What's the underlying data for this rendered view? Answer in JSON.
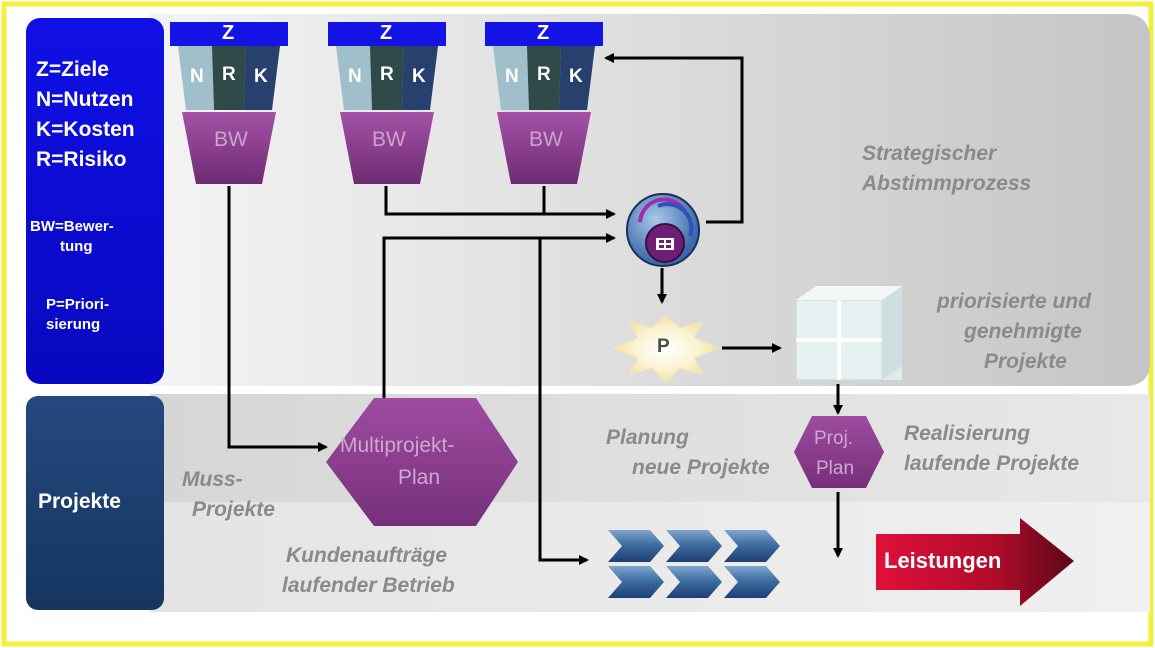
{
  "legend": {
    "z": "Z=Ziele",
    "n": "N=Nutzen",
    "k": "K=Kosten",
    "r": "R=Risiko",
    "bw_line1": "BW=Bewer-",
    "bw_line2": "tung",
    "p_line1": "P=Priori-",
    "p_line2": "sierung"
  },
  "projekte_label": "Projekte",
  "funnel": {
    "z": "Z",
    "n": "N",
    "r": "R",
    "k": "K",
    "bw": "BW"
  },
  "strategic": {
    "line1": "Strategischer",
    "line2": "Abstimmprozess"
  },
  "prioritized": {
    "line1": "priorisierte und",
    "line2": "genehmigte",
    "line3": "Projekte"
  },
  "p_label": "P",
  "multiprojekt": {
    "line1": "Multiprojekt-",
    "line2": "Plan"
  },
  "projplan": {
    "line1": "Proj.",
    "line2": "Plan"
  },
  "muss": {
    "line1": "Muss-",
    "line2": "Projekte"
  },
  "kunden": {
    "line1": "Kundenaufträge",
    "line2": "laufender Betrieb"
  },
  "planung": {
    "line1": "Planung",
    "line2": "neue Projekte"
  },
  "realisierung": {
    "line1": "Realisierung",
    "line2": "laufende Projekte"
  },
  "leistungen": "Leistungen",
  "colors": {
    "frame": "#f3ef3a",
    "blue_panel": "#0a0ad2",
    "projekte_panel": "#1d3f72",
    "purple": "#8a3d8c",
    "grey_text": "#8a8a8a"
  }
}
